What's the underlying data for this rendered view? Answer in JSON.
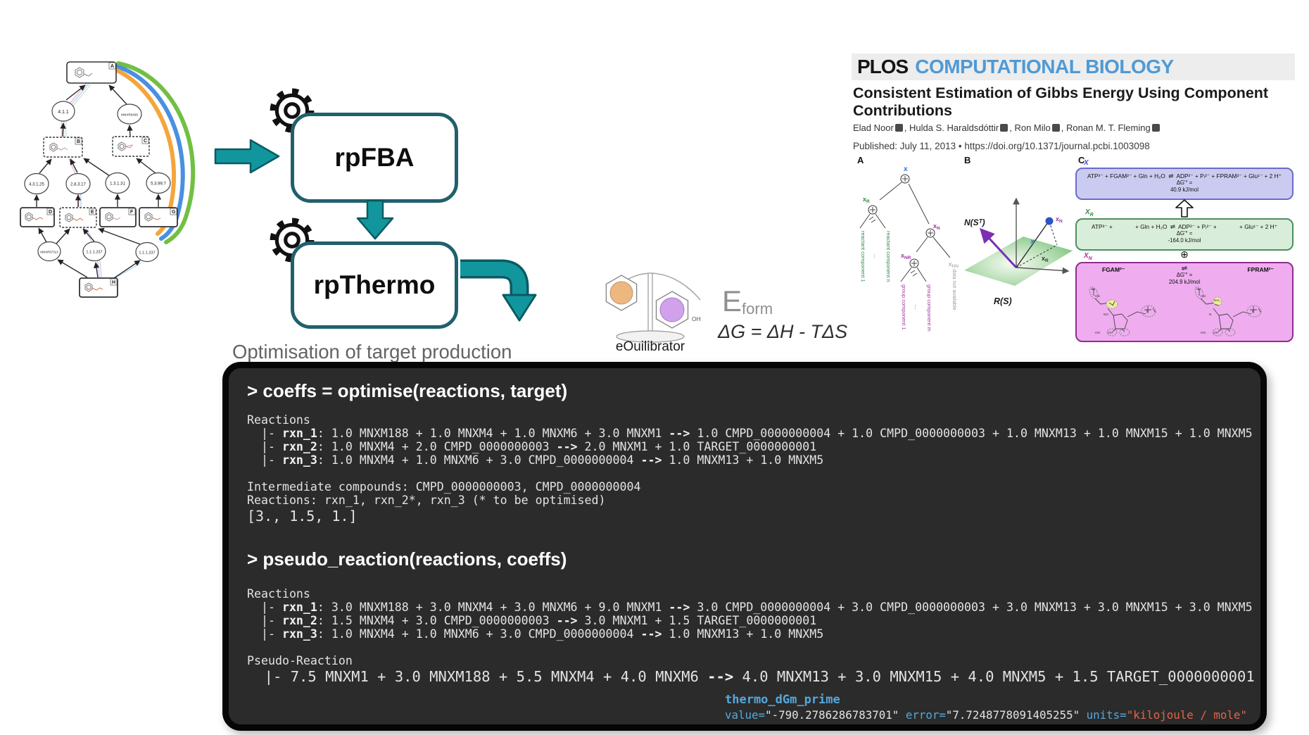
{
  "pathway": {
    "letters": [
      "A",
      "B",
      "C",
      "D",
      "E",
      "F",
      "G",
      "H"
    ],
    "enzymes": [
      "4.1.1",
      "MNXR9408",
      "4.3.1.25",
      "2.8.3.17",
      "1.3.1.31",
      "5.3.99.7",
      "MNXR67313",
      "1.1.1.237",
      "1.1.1.237"
    ]
  },
  "workflow": {
    "fba_label": "rpFBA",
    "thermo_label": "rpThermo",
    "caption": "Optimisation of target production"
  },
  "equilibrator": {
    "name": "eOuilibrator",
    "oh_label": "OH",
    "eform_main": "E",
    "eform_sub": "form",
    "equation": "ΔG = ΔH - TΔS"
  },
  "paper": {
    "brand": "PLOS",
    "journal": "COMPUTATIONAL BIOLOGY",
    "title": "Consistent Estimation of Gibbs Energy Using Component Contributions",
    "authors": [
      "Elad Noor",
      "Hulda S. Haraldsdóttir",
      "Ron Milo",
      "Ronan M. T. Fleming"
    ],
    "author_sep": ", ",
    "published": "Published: July 11, 2013  •  https://doi.org/10.1371/journal.pcbi.1003098",
    "panel_labels": [
      "A",
      "B",
      "C"
    ],
    "panel_a": {
      "root": "x",
      "xr": {
        "main": "x",
        "sub": "R"
      },
      "xn": {
        "main": "x",
        "sub": "N"
      },
      "xnr": {
        "main": "x",
        "sub": "NR"
      },
      "xnn": {
        "main": "x",
        "sub": "NN"
      },
      "reactant_1": "reactant component 1",
      "reactant_n": "reactant component n",
      "group_1": "group component 1",
      "group_m": "group component m",
      "dots": "…",
      "no_data": "data not available"
    },
    "panel_b": {
      "null_space": "N(Sᵀ)",
      "range": "R(S)",
      "x": "x",
      "xr": {
        "main": "x",
        "sub": "R"
      },
      "xn": {
        "main": "x",
        "sub": "N"
      }
    },
    "panel_c": {
      "x_label": {
        "main": "X",
        "sub": ""
      },
      "xr_label": {
        "main": "X",
        "sub": "R"
      },
      "xn_label": {
        "main": "X",
        "sub": "N"
      },
      "rxn_full": "ATP³⁻ + FGAM²⁻ + Gln + H₂O  ⇌  ADP²⁻ + Pᵢ²⁻ + FPRAM²⁻ + Glu¹⁻ + 2 H⁺",
      "rxn_partial": "ATP³⁻ +              + Gln + H₂O  ⇌  ADP²⁻ + Pᵢ²⁻ +              + Glu¹⁻ + 2 H⁺",
      "dg_label": "ΔG'° =",
      "dg1": "40.9 kJ/mol",
      "dg2": "-164.0 kJ/mol",
      "dg3": "204.9 kJ/mol",
      "left_cmpd": "FGAM²⁻",
      "right_cmpd": "FPRAM²⁻",
      "equil": "⇌",
      "plus": "⊕",
      "mol_left": {
        "a1": "O",
        "a2": "HN",
        "a3": "NH",
        "a4": "OH",
        "a5": "OH",
        "p": "P"
      },
      "mol_right": {
        "a1": "O",
        "a2": "HN",
        "a3": "NH₂",
        "a4": "N",
        "a5": "OH",
        "a6": "HO",
        "p": "P"
      }
    }
  },
  "terminal": {
    "prompt1": "> coeffs = optimise(reactions, target)",
    "reactions_header": "Reactions",
    "block1": [
      [
        {
          "t": "  |- "
        },
        {
          "t": "rxn_1",
          "cls": "b"
        },
        {
          "t": ": 1.0 MNXM188 + 1.0 MNXM4 + 1.0 MNXM6 + 3.0 MNXM1 "
        },
        {
          "t": "-->",
          "cls": "b"
        },
        {
          "t": " 1.0 CMPD_0000000004 + 1.0 CMPD_0000000003 + 1.0 MNXM13 + 1.0 MNXM15 + 1.0 MNXM5"
        }
      ],
      [
        {
          "t": "  |- "
        },
        {
          "t": "rxn_2",
          "cls": "b"
        },
        {
          "t": ": 1.0 MNXM4 + 2.0 CMPD_0000000003 "
        },
        {
          "t": "-->",
          "cls": "b"
        },
        {
          "t": " 2.0 MNXM1 + 1.0 TARGET_0000000001"
        }
      ],
      [
        {
          "t": "  |- "
        },
        {
          "t": "rxn_3",
          "cls": "b"
        },
        {
          "t": ": 1.0 MNXM4 + 1.0 MNXM6 + 3.0 CMPD_0000000004 "
        },
        {
          "t": "-->",
          "cls": "b"
        },
        {
          "t": " 1.0 MNXM13 + 1.0 MNXM5"
        }
      ]
    ],
    "intermediate": "Intermediate compounds: CMPD_0000000003, CMPD_0000000004",
    "reactions_line": "Reactions: rxn_1, rxn_2*, rxn_3 (* to be optimised)",
    "coeffs": "[3., 1.5, 1.]",
    "prompt2": "> pseudo_reaction(reactions, coeffs)",
    "block2": [
      [
        {
          "t": "  |- "
        },
        {
          "t": "rxn_1",
          "cls": "b"
        },
        {
          "t": ": 3.0 MNXM188 + 3.0 MNXM4 + 3.0 MNXM6 + 9.0 MNXM1 "
        },
        {
          "t": "-->",
          "cls": "b"
        },
        {
          "t": " 3.0 CMPD_0000000004 + 3.0 CMPD_0000000003 + 3.0 MNXM13 + 3.0 MNXM15 + 3.0 MNXM5"
        }
      ],
      [
        {
          "t": "  |- "
        },
        {
          "t": "rxn_2",
          "cls": "b"
        },
        {
          "t": ": 1.5 MNXM4 + 3.0 CMPD_0000000003 "
        },
        {
          "t": "-->",
          "cls": "b"
        },
        {
          "t": " 3.0 MNXM1 + 1.5 TARGET_0000000001"
        }
      ],
      [
        {
          "t": "  |- "
        },
        {
          "t": "rxn_3",
          "cls": "b"
        },
        {
          "t": ": 1.0 MNXM4 + 1.0 MNXM6 + 3.0 CMPD_0000000004 "
        },
        {
          "t": "-->",
          "cls": "b"
        },
        {
          "t": " 1.0 MNXM13 + 1.0 MNXM5"
        }
      ]
    ],
    "pseudo_header": "Pseudo-Reaction",
    "pseudo_line": [
      {
        "t": "  |- 7.5 MNXM1 + 3.0 MNXM188 + 5.5 MNXM4 + 4.0 MNXM6 "
      },
      {
        "t": "-->",
        "cls": "b"
      },
      {
        "t": " 4.0 MNXM13 + 3.0 MNXM15 + 4.0 MNXM5 + 1.5 TARGET_0000000001"
      }
    ],
    "thermo_label": "thermo_dGm_prime",
    "thermo_line": [
      {
        "t": "value=",
        "cls": "key"
      },
      {
        "t": "\"-790.2786286783701\""
      },
      {
        "t": " "
      },
      {
        "t": "error=",
        "cls": "key"
      },
      {
        "t": "\"7.7248778091405255\""
      },
      {
        "t": " "
      },
      {
        "t": "units=",
        "cls": "key"
      },
      {
        "t": "\"kilojoule / mole\"",
        "cls": "unit"
      }
    ]
  }
}
